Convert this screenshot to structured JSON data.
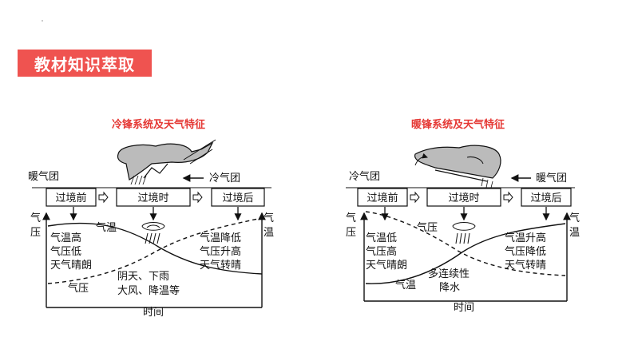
{
  "header": {
    "title": "教材知识萃取"
  },
  "cold_front": {
    "title": "冷锋系统及天气特征",
    "warm_mass": "暖气团",
    "cold_mass": "冷气团",
    "stages": [
      "过境前",
      "过境时",
      "过境后"
    ],
    "axis_left": "气压",
    "axis_right": "气温",
    "axis_bottom": "时间",
    "curve_temp": "气温",
    "curve_pressure": "气压",
    "before_lines": [
      "气温高",
      "气压低",
      "天气晴朗"
    ],
    "during_lines": [
      "阴天、下雨",
      "大风、降温等"
    ],
    "after_lines": [
      "气温降低",
      "气压升高",
      "天气转晴"
    ]
  },
  "warm_front": {
    "title": "暖锋系统及天气特征",
    "cold_mass": "冷气团",
    "warm_mass": "暖气团",
    "stages": [
      "过境前",
      "过境时",
      "过境后"
    ],
    "axis_left": "气压",
    "axis_right": "气温",
    "axis_bottom": "时间",
    "curve_pressure": "气压",
    "curve_temp": "气温",
    "before_lines": [
      "气温低",
      "气压高",
      "天气晴朗"
    ],
    "during_lines": [
      "多连续性",
      "降水"
    ],
    "after_lines": [
      "气温升高",
      "气压降低",
      "天气转晴"
    ]
  }
}
